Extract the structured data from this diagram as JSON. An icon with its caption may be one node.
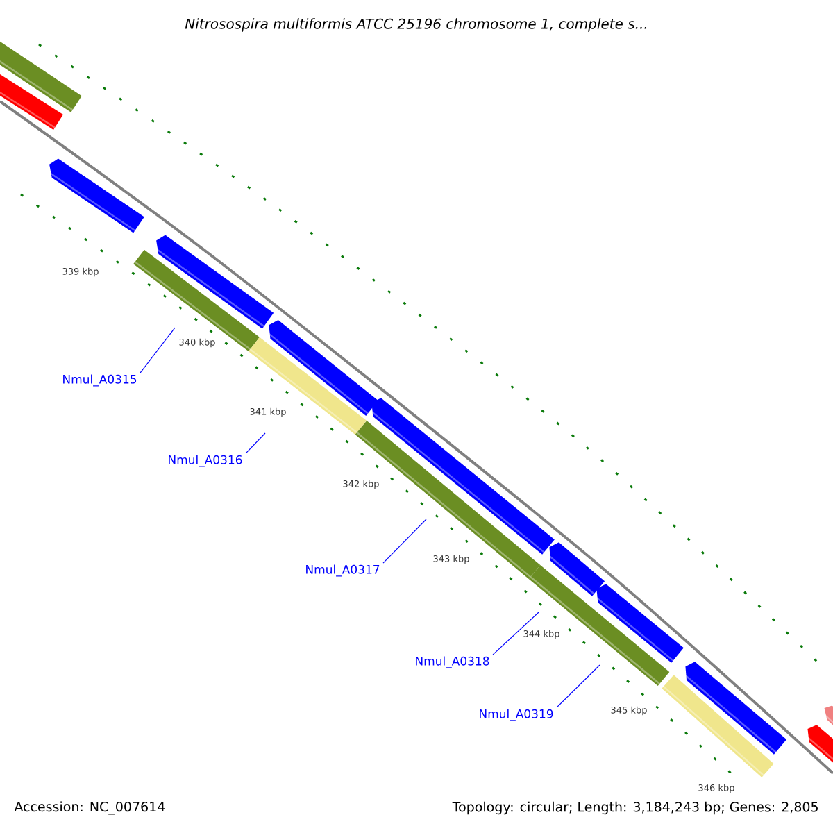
{
  "diagram": {
    "title": "Nitrosospira multiformis ATCC 25196 chromosome 1, complete s...",
    "nodes": [
      {
        "text": [
          "Nmul_A0315"
        ]
      },
      {
        "text": [
          "Nmul_A0316"
        ]
      },
      {
        "text": [
          "Nmul_A0317"
        ]
      },
      {
        "text": [
          "Nmul_A0318"
        ]
      },
      {
        "text": [
          "Nmul_A0319"
        ]
      }
    ],
    "edges": [
      {
        "from": 0,
        "to": null,
        "arrow": "none"
      },
      {
        "from": 1,
        "to": null,
        "arrow": "none"
      },
      {
        "from": 2,
        "to": null,
        "arrow": "none"
      },
      {
        "from": 3,
        "to": null,
        "arrow": "none"
      },
      {
        "from": 4,
        "to": null,
        "arrow": "none"
      }
    ],
    "labels": [
      "339 kbp",
      "340 kbp",
      "341 kbp",
      "342 kbp",
      "343 kbp",
      "344 kbp",
      "345 kbp",
      "346 kbp",
      "Accession: NC_007614",
      "Topology: circular; Length: 3,184,243 bp; Genes: 2,805"
    ]
  }
}
